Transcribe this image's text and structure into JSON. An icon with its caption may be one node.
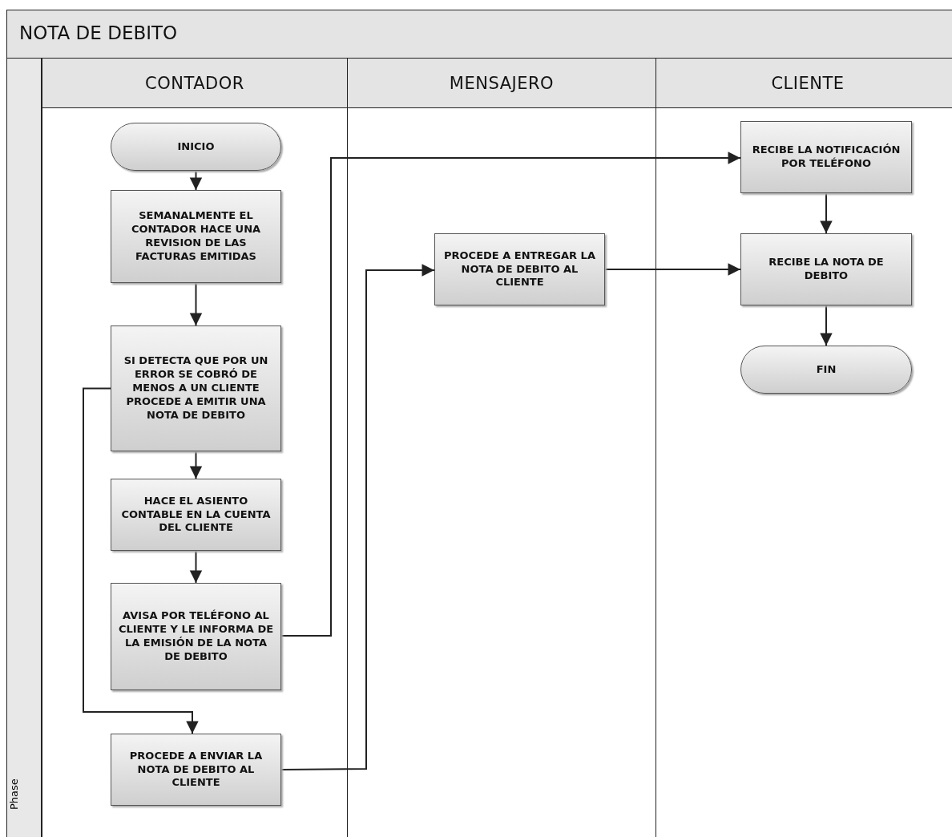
{
  "diagram": {
    "title": "NOTA DE DEBITO",
    "nodes": [
      {
        "text": [
          "CONTADOR"
        ]
      },
      {
        "text": [
          "MENSAJERO"
        ]
      },
      {
        "text": [
          "CLIENTE"
        ]
      },
      {
        "text": [
          "INICIO"
        ],
        "in": 0
      },
      {
        "text": [
          "SEMANALMENTE EL CONTADOR HACE UNA REVISION DE LAS FACTURAS EMITIDAS"
        ],
        "in": 0
      },
      {
        "text": [
          "SI DETECTA QUE POR UN ERROR SE COBRÓ DE MENOS A UN CLIENTE PROCEDE A EMITIR UNA NOTA DE DEBITO"
        ],
        "in": 0
      },
      {
        "text": [
          "HACE EL ASIENTO CONTABLE EN LA CUENTA DEL CLIENTE"
        ],
        "in": 0
      },
      {
        "text": [
          "AVISA POR TELÉFONO AL CLIENTE Y LE INFORMA DE LA EMISIÓN DE LA NOTA DE DEBITO"
        ],
        "in": 0
      },
      {
        "text": [
          "PROCEDE A ENVIAR LA NOTA DE DEBITO AL CLIENTE"
        ],
        "in": 0
      },
      {
        "text": [
          "PROCEDE A ENTREGAR LA NOTA DE DEBITO AL CLIENTE"
        ],
        "in": 1
      },
      {
        "text": [
          "RECIBE LA NOTIFICACIÓN POR TELÉFONO"
        ],
        "in": 2
      },
      {
        "text": [
          "RECIBE LA NOTA DE DEBITO"
        ],
        "in": 2
      },
      {
        "text": [
          "FIN"
        ],
        "in": 2
      }
    ],
    "edges": [
      {
        "from": 3,
        "to": 4,
        "arrow": "to"
      },
      {
        "from": 4,
        "to": 5,
        "arrow": "to"
      },
      {
        "from": 5,
        "to": 6,
        "arrow": "to"
      },
      {
        "from": 6,
        "to": 7,
        "arrow": "to"
      },
      {
        "from": 5,
        "to": 8,
        "arrow": "to"
      },
      {
        "from": 7,
        "to": 10,
        "arrow": "to"
      },
      {
        "from": 8,
        "to": 9,
        "arrow": "to"
      },
      {
        "from": 9,
        "to": 11,
        "arrow": "to"
      },
      {
        "from": 10,
        "to": 11,
        "arrow": "to"
      },
      {
        "from": 11,
        "to": 12,
        "arrow": "to"
      }
    ],
    "labels": [
      "Phase"
    ]
  }
}
